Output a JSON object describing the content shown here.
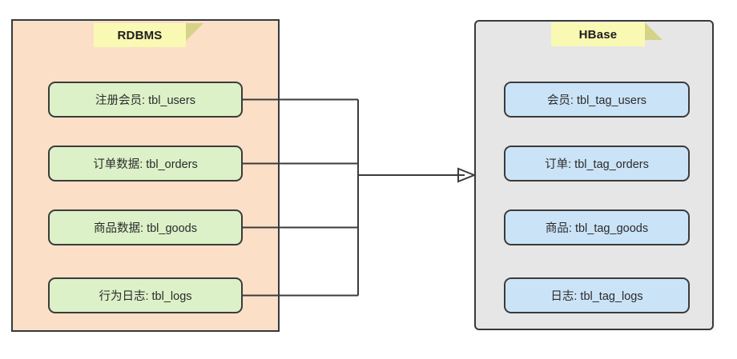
{
  "diagram": {
    "type": "flow-mapping",
    "left_panel": {
      "name": "rdbms-panel",
      "title": "RDBMS",
      "fill_color": "#fbdfc6",
      "note_color": "#faf9b4",
      "items": [
        {
          "label": "注册会员: tbl_users"
        },
        {
          "label": "订单数据: tbl_orders"
        },
        {
          "label": "商品数据: tbl_goods"
        },
        {
          "label": "行为日志: tbl_logs"
        }
      ]
    },
    "right_panel": {
      "name": "hbase-panel",
      "title": "HBase",
      "fill_color": "#e6e6e6",
      "note_color": "#faf9b4",
      "items": [
        {
          "label": "会员: tbl_tag_users"
        },
        {
          "label": "订单: tbl_tag_orders"
        },
        {
          "label": "商品: tbl_tag_goods"
        },
        {
          "label": "日志: tbl_tag_logs"
        }
      ]
    },
    "connector": {
      "name": "migration-arrow",
      "direction": "left-to-right",
      "stroke_color": "#3b3b3b",
      "box_left_color": "#dcf1c8",
      "box_right_color": "#cbe3f7"
    }
  }
}
